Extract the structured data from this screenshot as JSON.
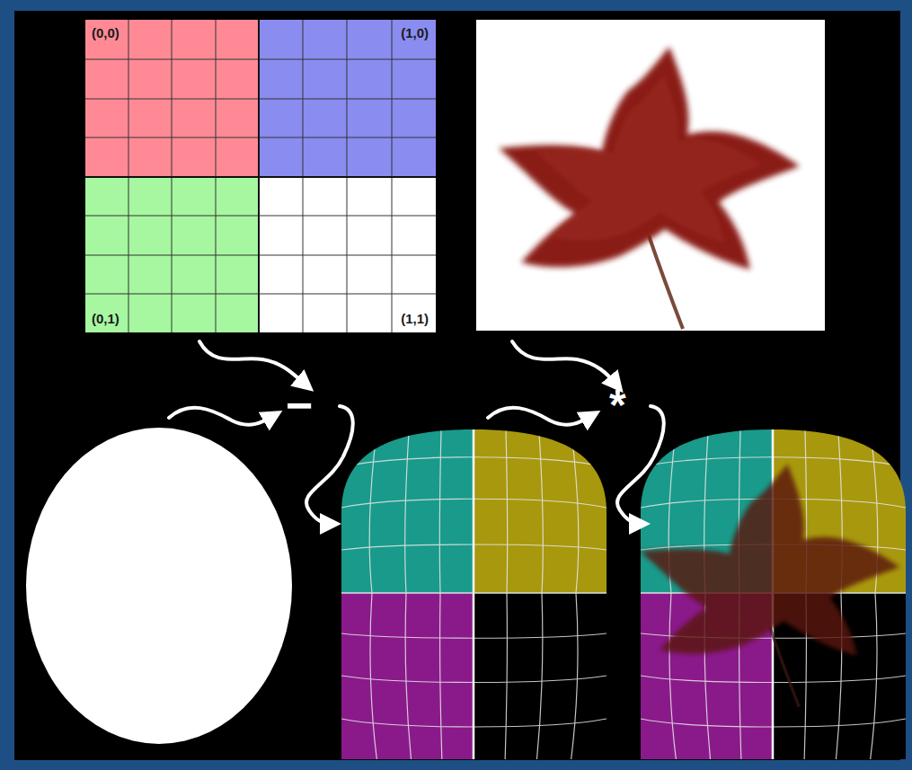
{
  "diagram": {
    "labels": [
      "(0,0)",
      "(1,0)",
      "(0,1)",
      "(1,1)",
      "−",
      "*"
    ]
  }
}
